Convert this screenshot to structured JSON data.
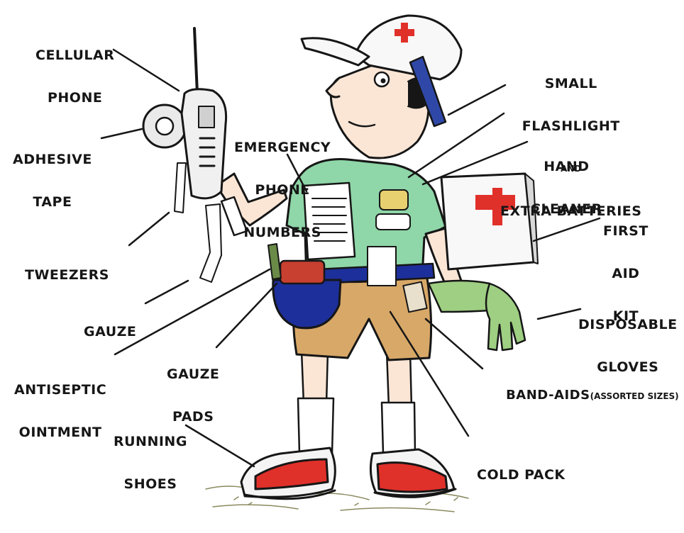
{
  "labels": {
    "cellular_phone": [
      "CELLULAR",
      "PHONE"
    ],
    "adhesive_tape": [
      "ADHESIVE",
      "TAPE"
    ],
    "tweezers": "TWEEZERS",
    "gauze": "GAUZE",
    "antiseptic_ointment": [
      "ANTISEPTIC",
      "OINTMENT"
    ],
    "gauze_pads": [
      "GAUZE",
      "PADS"
    ],
    "running_shoes": [
      "RUNNING",
      "SHOES"
    ],
    "emergency_phone_numbers": [
      "EMERGENCY",
      "PHONE",
      "NUMBERS"
    ],
    "small_flashlight": [
      "SMALL",
      "FLASHLIGHT",
      "AND",
      "EXTRA BATTERIES"
    ],
    "hand_cleaner": [
      "HAND",
      "CLEANER"
    ],
    "first_aid_kit": [
      "FIRST",
      "AID",
      "KIT"
    ],
    "disposable_gloves": [
      "DISPOSABLE",
      "GLOVES"
    ],
    "band_aids": "BAND-AIDS",
    "band_aids_note": "(ASSORTED SIZES)",
    "cold_pack": "COLD PACK"
  },
  "colors": {
    "shirt": "#8fd6a8",
    "shorts": "#d8a868",
    "skin": "#fbe6d6",
    "cap": "#f8f8f8",
    "red_cross": "#e0302a",
    "pouch": "#1d2f9a",
    "flashlight": "#2f48a8",
    "gloves": "#9ecf82",
    "ink": "#161616"
  },
  "icons": [
    "red-cross-icon",
    "cellular-phone-icon",
    "adhesive-tape-icon",
    "flashlight-icon",
    "first-aid-kit-icon",
    "pouch-icon"
  ]
}
